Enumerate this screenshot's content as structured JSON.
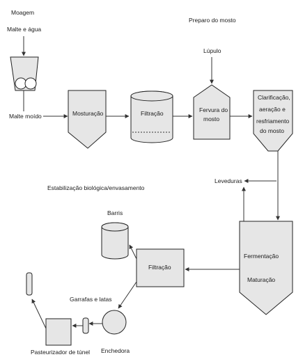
{
  "sections": {
    "moagem": "Moagem",
    "preparo": "Preparo do mosto",
    "estabilizacao": "Estabilização biológica/envasamento"
  },
  "inputs": {
    "malte_agua": "Malte  e água",
    "lupulo": "Lúpulo",
    "leveduras": "Leveduras"
  },
  "steps": {
    "malte_moido": "Malte moído",
    "mosturacao": "Mosturação",
    "filtracao_1": "Filtração",
    "fervura": [
      "Fervura do",
      "mosto"
    ],
    "clarificacao": [
      "Clarificação,",
      "aeração   e",
      "resfriamento",
      "do mosto"
    ],
    "fermentacao": "Fermentação",
    "maturacao": "Maturação",
    "filtracao_2": "Filtração",
    "barris": "Barris",
    "garrafas_latas": "Garrafas e latas",
    "enchedora": "Enchedora",
    "pasteurizador": "Pasteurizador de túnel"
  },
  "colors": {
    "shape_fill": "#e6e6e6",
    "stroke": "#222222",
    "text": "#1a1a1a"
  }
}
